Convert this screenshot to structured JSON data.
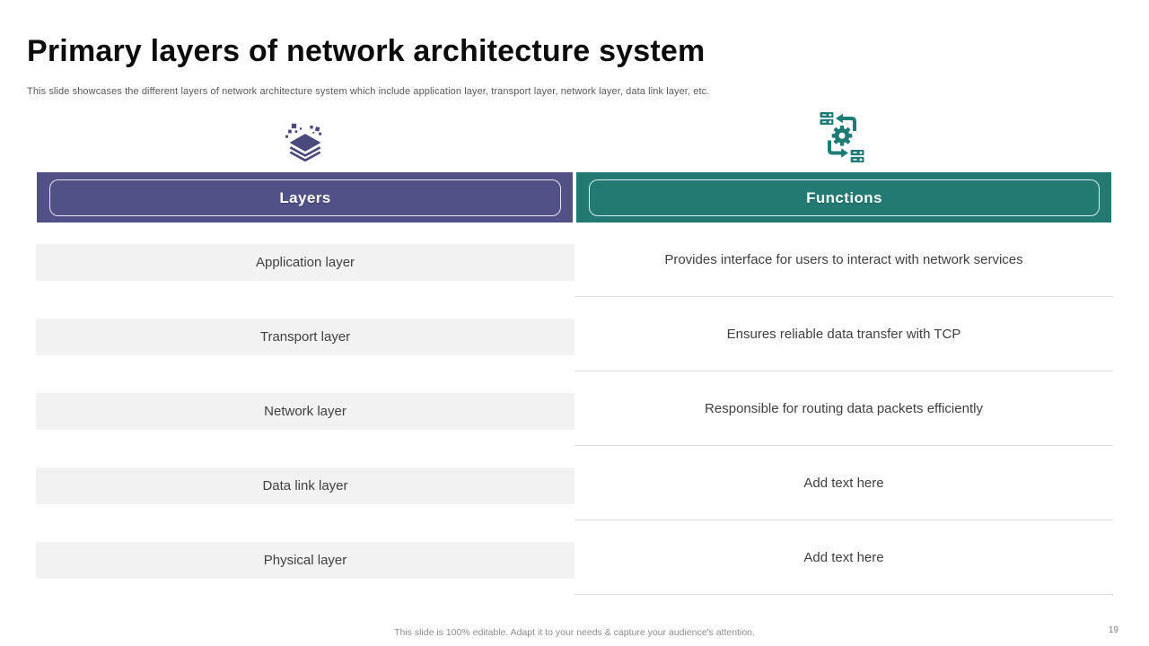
{
  "slide": {
    "title": "Primary layers of network architecture system",
    "subtitle": "This slide showcases the different layers of network architecture system which include application layer, transport layer, network layer, data link layer, etc.",
    "footer": "This slide is 100% editable. Adapt it to your needs & capture your audience's attention.",
    "page_number": "19"
  },
  "colors": {
    "purple_header": "#515187",
    "teal_header": "#237a73",
    "purple_icon": "#4a4a7d",
    "teal_icon": "#1d7a74",
    "row_background": "#f2f2f2",
    "row_text": "#404040",
    "cell_border": "#dcdcdc"
  },
  "icons": {
    "left": "layers-stack-icon",
    "right": "process-flow-icon"
  },
  "table": {
    "columns": [
      {
        "label": "Layers"
      },
      {
        "label": "Functions"
      }
    ],
    "rows": [
      {
        "layer": "Application layer",
        "function": "Provides interface for users to interact with network services"
      },
      {
        "layer": "Transport layer",
        "function": "Ensures reliable data transfer with TCP"
      },
      {
        "layer": "Network layer",
        "function": "Responsible for routing data packets efficiently"
      },
      {
        "layer": "Data link layer",
        "function": "Add text here"
      },
      {
        "layer": "Physical layer",
        "function": "Add text here"
      }
    ]
  }
}
